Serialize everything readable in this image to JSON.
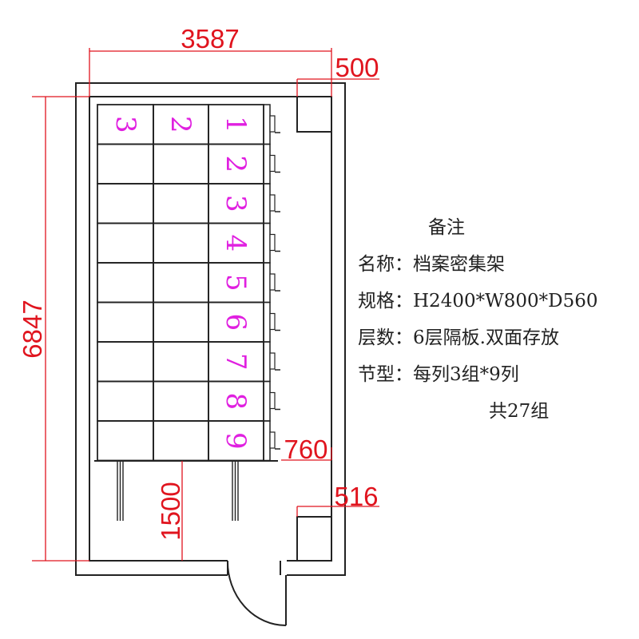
{
  "dimensions": {
    "total_width": "3587",
    "top_box_width": "500",
    "total_length": "6847",
    "aisle_length": "1500",
    "handle_offset": "760",
    "bottom_box_width": "516"
  },
  "shelving": {
    "column_labels": [
      "3",
      "2",
      "1"
    ],
    "row_labels": [
      "1",
      "2",
      "3",
      "4",
      "5",
      "6",
      "7",
      "8",
      "9"
    ]
  },
  "notes": {
    "title": "备注",
    "name": "名称：档案密集架",
    "spec": "规格：H2400*W800*D560",
    "layers": "层数：6层隔板.双面存放",
    "sections": "节型：每列3组*9列",
    "total": "共27组"
  },
  "colors": {
    "dimension": "#e0141e",
    "label": "#e020e0",
    "line": "#222222"
  }
}
